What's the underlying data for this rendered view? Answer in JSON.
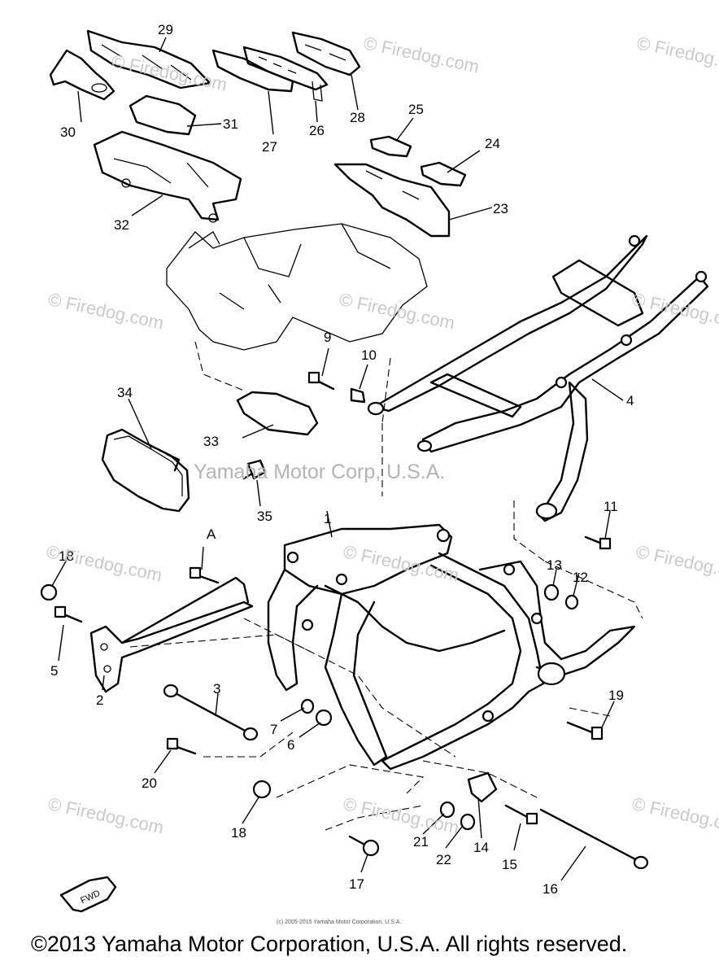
{
  "diagram": {
    "watermark_text": "© Firedog.com",
    "center_watermark": "Yamaha Motor Corp, U.S.A.",
    "small_copyright": "(c) 2005-2015 Yamaha Motor Corporation, U.S.A.",
    "copyright": "©2013 Yamaha Motor Corporation, U.S.A. All rights reserved.",
    "fwd_label": "FWD",
    "marker_a": "A",
    "callouts": [
      "1",
      "2",
      "3",
      "4",
      "5",
      "6",
      "7",
      "9",
      "10",
      "11",
      "12",
      "13",
      "14",
      "15",
      "16",
      "17",
      "18",
      "18",
      "19",
      "20",
      "21",
      "22",
      "23",
      "24",
      "25",
      "26",
      "27",
      "28",
      "29",
      "30",
      "31",
      "32",
      "33",
      "34",
      "35"
    ]
  }
}
